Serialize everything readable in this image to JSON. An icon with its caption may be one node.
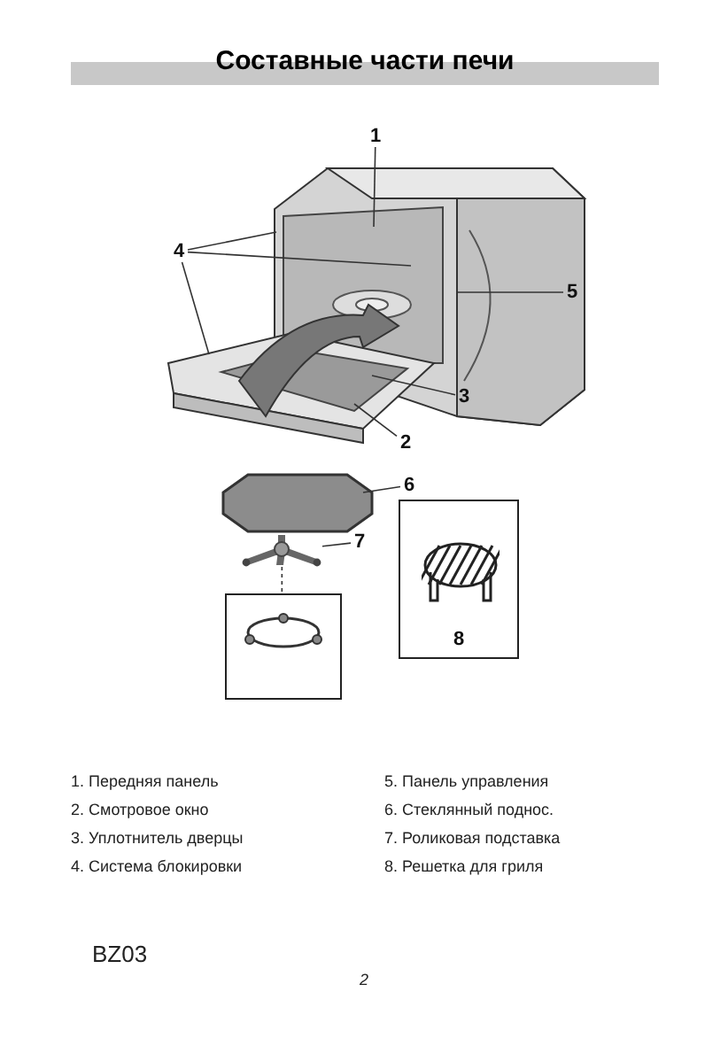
{
  "diagram": {
    "title": "Составные части печи",
    "nodes": [
      {
        "text": [
          "1"
        ]
      },
      {
        "text": [
          "4"
        ]
      },
      {
        "text": [
          "5"
        ]
      },
      {
        "text": [
          "3"
        ]
      },
      {
        "text": [
          "2"
        ]
      },
      {
        "text": [
          "6"
        ]
      },
      {
        "text": [
          "7"
        ]
      },
      {
        "text": [],
        "shape": "picture"
      },
      {
        "text": [],
        "shape": "box"
      },
      {
        "text": [
          "8"
        ]
      }
    ],
    "edges": [
      {
        "from": 0,
        "to": null,
        "arrow": "none"
      },
      {
        "from": 1,
        "to": null,
        "arrow": "none"
      },
      {
        "from": 1,
        "to": null,
        "arrow": "none"
      },
      {
        "from": 1,
        "to": null,
        "arrow": "none"
      },
      {
        "from": 2,
        "to": null,
        "arrow": "none"
      },
      {
        "from": 3,
        "to": null,
        "arrow": "none"
      },
      {
        "from": 4,
        "to": null,
        "arrow": "none"
      },
      {
        "from": 5,
        "to": null,
        "arrow": "none"
      },
      {
        "from": 6,
        "to": 7,
        "arrow": "none"
      },
      {
        "from": 7,
        "to": 8,
        "arrow": "none",
        "style": "dashed"
      }
    ],
    "labels": [
      "1. Передняя панель",
      "5. Панель управления",
      "2. Смотровое окно",
      "6. Стеклянный поднос.",
      "3. Уплотнитель дверцы",
      "7. Роликовая подставка",
      "4. Система блокировки",
      "8. Решетка для гриля",
      "BZ03",
      "2"
    ]
  }
}
